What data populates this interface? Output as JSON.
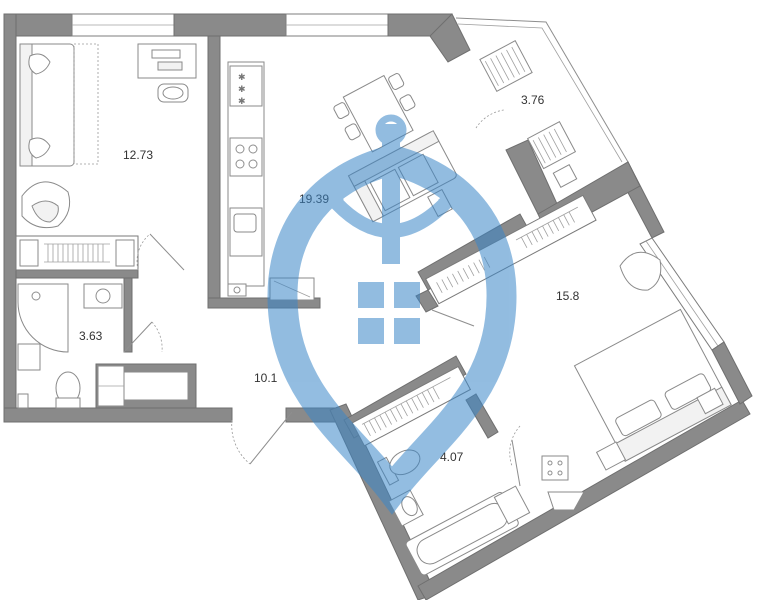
{
  "rooms": [
    {
      "id": "bedroom-left",
      "area": "12.73"
    },
    {
      "id": "kitchen-living",
      "area": "19.39"
    },
    {
      "id": "balcony",
      "area": "3.76"
    },
    {
      "id": "bathroom-left",
      "area": "3.63"
    },
    {
      "id": "hallway",
      "area": "10.1"
    },
    {
      "id": "bedroom-right",
      "area": "15.8"
    },
    {
      "id": "bathroom-right",
      "area": "4.07"
    }
  ],
  "watermark": {
    "name": "anchor-shield-logo",
    "color": "#3a86c8"
  },
  "colors": {
    "wall": "#8a8a8a",
    "line": "#8e8e8e",
    "label": "#333333"
  }
}
